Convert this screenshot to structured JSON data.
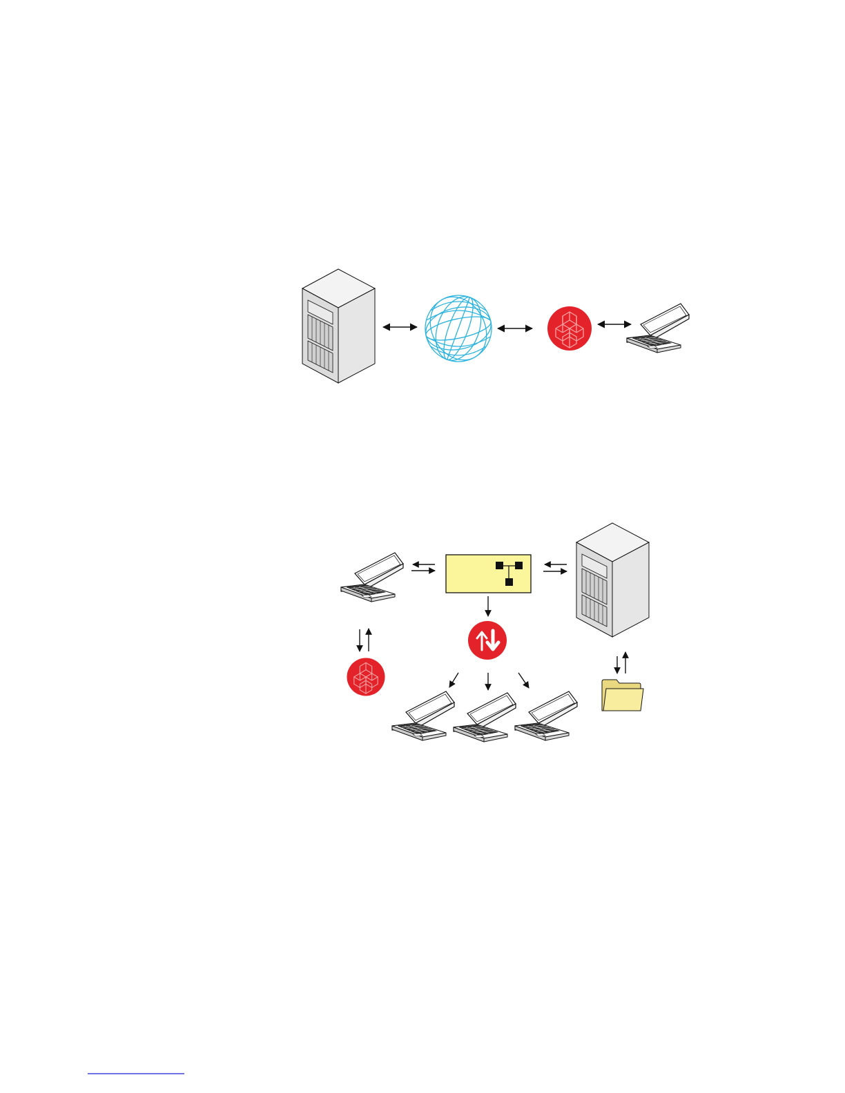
{
  "colors": {
    "server_light": "#eeeeee",
    "server_side": "#d6d6d6",
    "server_front": "#dedede",
    "globe": "#2bb3e0",
    "red_badge": "#e4222a",
    "red_badge_light": "#f26b6b",
    "router_box": "#fbf69c",
    "folder": "#f7ea9b",
    "folder_dark": "#e7d77a",
    "stroke": "#111111",
    "footer_rule": "#1a1adb"
  },
  "diagram_top": {
    "nodes": [
      {
        "id": "server",
        "icon": "server-rack-icon"
      },
      {
        "id": "internet",
        "icon": "wireframe-globe-icon"
      },
      {
        "id": "proxy",
        "icon": "red-cubes-icon"
      },
      {
        "id": "client",
        "icon": "laptop-icon"
      }
    ],
    "links": [
      "server-internet",
      "internet-proxy",
      "proxy-client"
    ]
  },
  "diagram_bottom": {
    "nodes": [
      {
        "id": "laptop-source",
        "icon": "laptop-icon"
      },
      {
        "id": "hub",
        "icon": "network-hierarchy-box-icon"
      },
      {
        "id": "server",
        "icon": "server-rack-icon"
      },
      {
        "id": "cache",
        "icon": "red-cubes-icon"
      },
      {
        "id": "sync",
        "icon": "red-updown-arrows-icon"
      },
      {
        "id": "folder",
        "icon": "folder-icon"
      },
      {
        "id": "laptop-1",
        "icon": "laptop-icon"
      },
      {
        "id": "laptop-2",
        "icon": "laptop-icon"
      },
      {
        "id": "laptop-3",
        "icon": "laptop-icon"
      }
    ]
  }
}
